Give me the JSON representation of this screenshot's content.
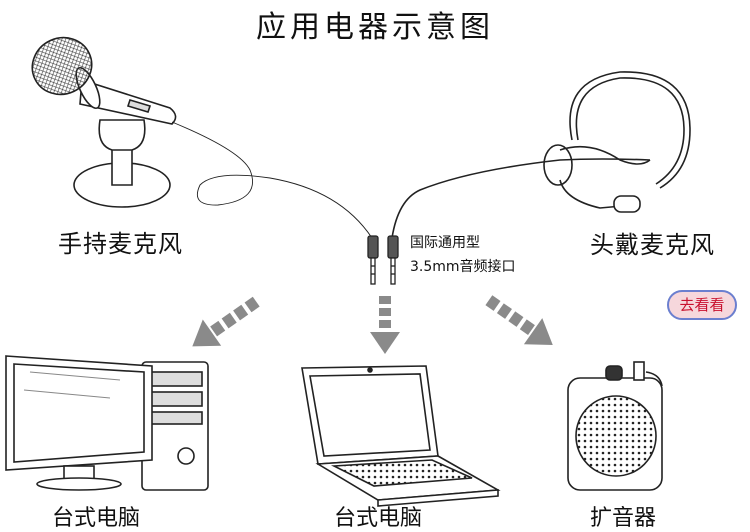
{
  "title": "应用电器示意图",
  "source": {
    "handheld_mic": "手持麦克风",
    "headset_mic": "头戴麦克风"
  },
  "plug": {
    "line1": "国际通用型",
    "line2": "3.5mm音频接口"
  },
  "targets": {
    "desktop": "台式电脑",
    "laptop": "台式电脑",
    "amplifier": "扩音器"
  },
  "button": {
    "label": "去看看"
  },
  "colors": {
    "line": "#222222",
    "arrow": "#8a8a8a",
    "button_bg": "#f6d7dc",
    "button_border": "#6b7fcf",
    "button_text": "#c8102e"
  }
}
